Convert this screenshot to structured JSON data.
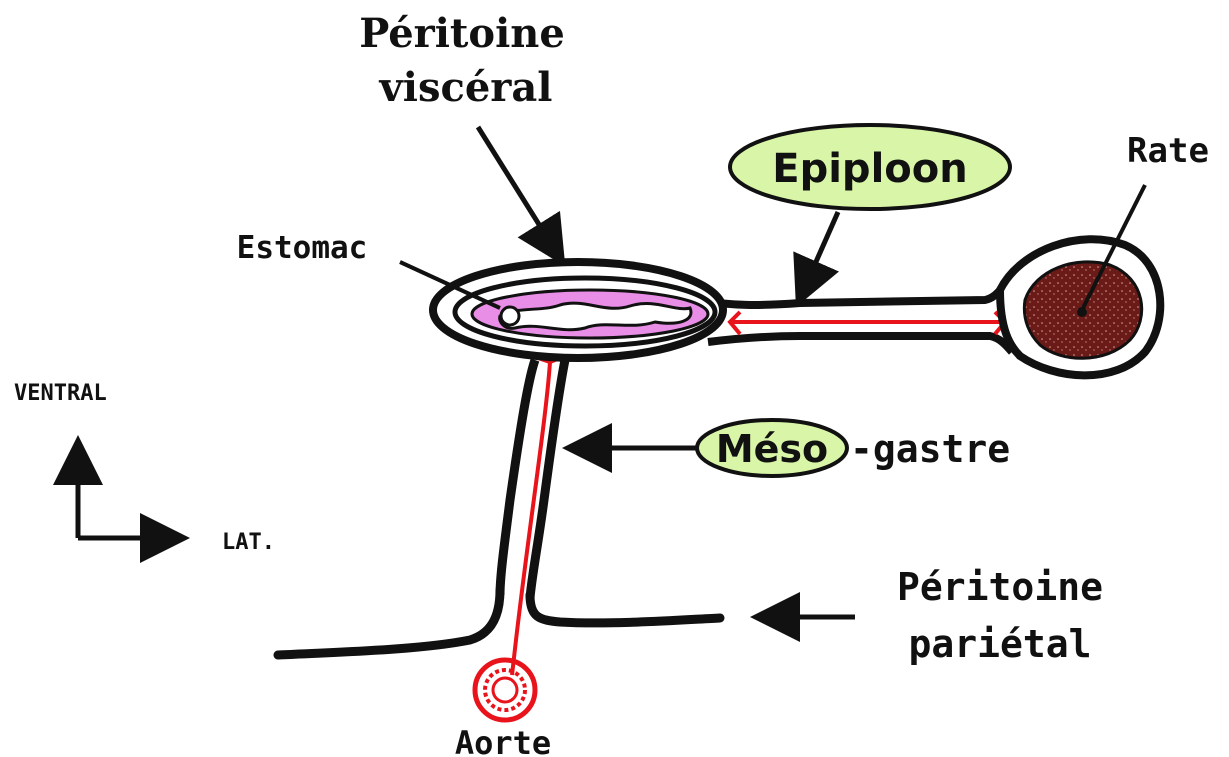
{
  "labels": {
    "peritoine_visceral_line1": "Péritoine",
    "peritoine_visceral_line2": "viscéral",
    "epiploon": "Epiploon",
    "rate": "Rate",
    "estomac": "Estomac",
    "ventral": "VENTRAL",
    "lat": "LAT.",
    "meso": "Méso",
    "gastre": "-gastre",
    "peritoine_parietal_line1": "Péritoine",
    "peritoine_parietal_line2": "pariétal",
    "aorte": "Aorte"
  },
  "colors": {
    "outline": "#111111",
    "vessel": "#e8131b",
    "stomach_fill": "#e98ee6",
    "spleen_fill": "#6a1a17",
    "label_bubble": "#d9f5a8"
  }
}
